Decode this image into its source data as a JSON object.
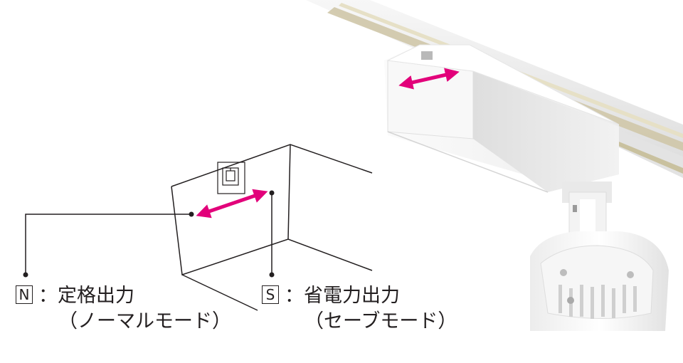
{
  "labels": {
    "normal": {
      "letter": "N",
      "title": "：定格出力",
      "sub": "（ノーマルモード）"
    },
    "save": {
      "letter": "S",
      "title": "：省電力出力",
      "sub": "（セーブモード）"
    }
  },
  "colors": {
    "arrow": "#e2007a",
    "line": "#231f20",
    "fixture": "#f4f4f4",
    "rail": "#e8e8e8",
    "rail_groove": "#cfc7a8"
  }
}
